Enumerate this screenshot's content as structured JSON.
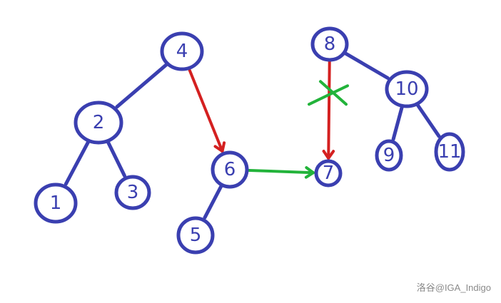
{
  "colors": {
    "node": "#3a3fb0",
    "red_arrow": "#d42020",
    "green_arrow": "#22b33a"
  },
  "nodes": [
    {
      "id": "4",
      "label": "4"
    },
    {
      "id": "2",
      "label": "2"
    },
    {
      "id": "1",
      "label": "1"
    },
    {
      "id": "3",
      "label": "3"
    },
    {
      "id": "6",
      "label": "6"
    },
    {
      "id": "5",
      "label": "5"
    },
    {
      "id": "8",
      "label": "8"
    },
    {
      "id": "10",
      "label": "10"
    },
    {
      "id": "9",
      "label": "9"
    },
    {
      "id": "11",
      "label": "11"
    },
    {
      "id": "7",
      "label": "7"
    }
  ],
  "tree_edges": [
    [
      "4",
      "2"
    ],
    [
      "2",
      "1"
    ],
    [
      "2",
      "3"
    ],
    [
      "6",
      "5"
    ],
    [
      "8",
      "10"
    ],
    [
      "10",
      "9"
    ],
    [
      "10",
      "11"
    ]
  ],
  "red_arrows": [
    [
      "4",
      "6"
    ],
    [
      "8",
      "7"
    ]
  ],
  "green_arrows": [
    [
      "6",
      "7"
    ]
  ],
  "crossed_out": [
    [
      "8",
      "7"
    ]
  ],
  "watermark": "洛谷@IGA_Indigo"
}
